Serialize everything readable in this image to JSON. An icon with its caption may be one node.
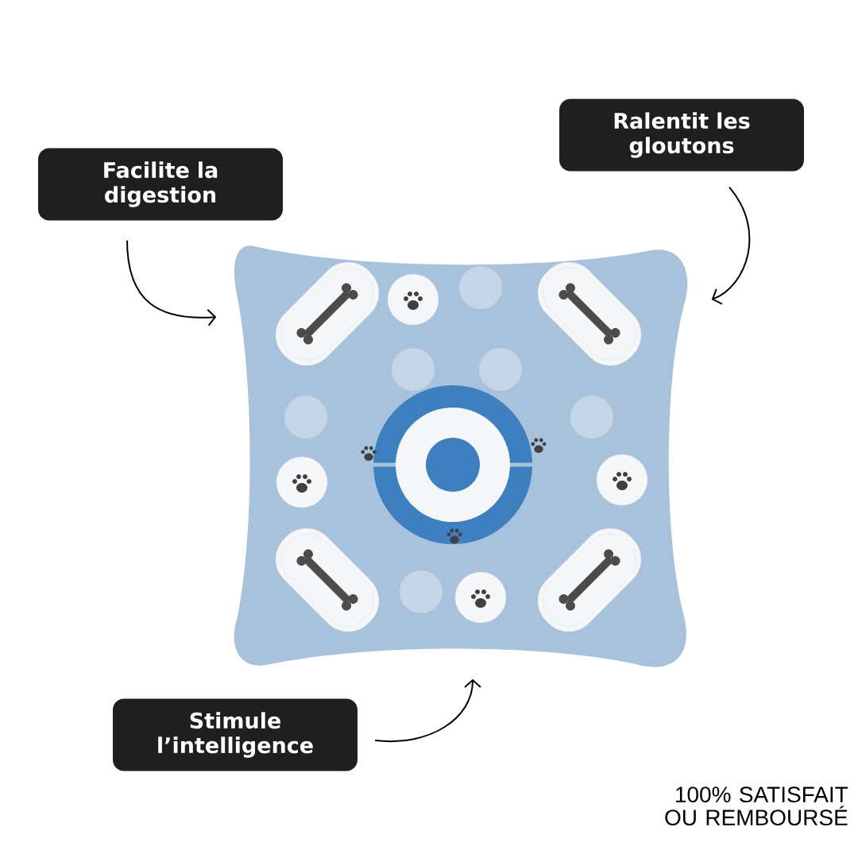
{
  "diagram": {
    "nodes": [
      {
        "text": [
          "Facilite la digestion"
        ]
      },
      {
        "text": [
          "Ralentit les gloutons"
        ]
      },
      {
        "text": [],
        "shape": "picture"
      },
      {
        "text": [
          "Stimule l’intelligence"
        ]
      }
    ],
    "edges": [
      {
        "from": 0,
        "to": 2,
        "arrow": "to"
      },
      {
        "from": 1,
        "to": 2,
        "arrow": "to"
      },
      {
        "from": 3,
        "to": 2,
        "arrow": "to"
      }
    ],
    "labels": [
      "100% SATISFAIT OU REMBOURSÉ"
    ]
  }
}
